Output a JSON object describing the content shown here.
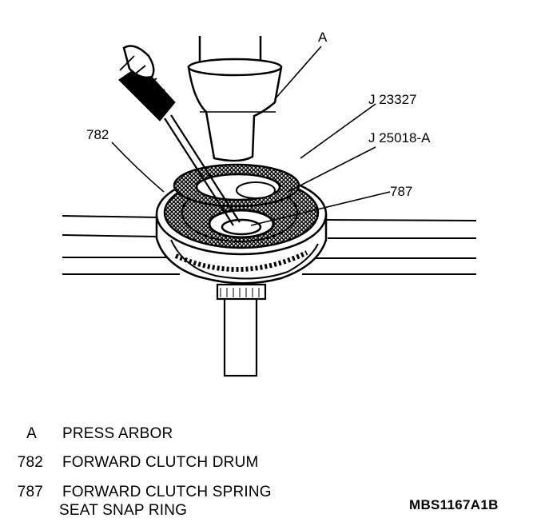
{
  "diagram": {
    "callouts": {
      "press_arbor": "A",
      "tool_1": "J 23327",
      "tool_2": "J 25018-A",
      "drum": "782",
      "snap_ring": "787"
    }
  },
  "legend": [
    {
      "key": "A",
      "lines": [
        "PRESS ARBOR"
      ]
    },
    {
      "key": "782",
      "lines": [
        "FORWARD CLUTCH DRUM"
      ]
    },
    {
      "key": "787",
      "lines": [
        "FORWARD CLUTCH SPRING",
        "SEAT SNAP RING"
      ]
    }
  ],
  "figure_id": "MBS1167A1B"
}
